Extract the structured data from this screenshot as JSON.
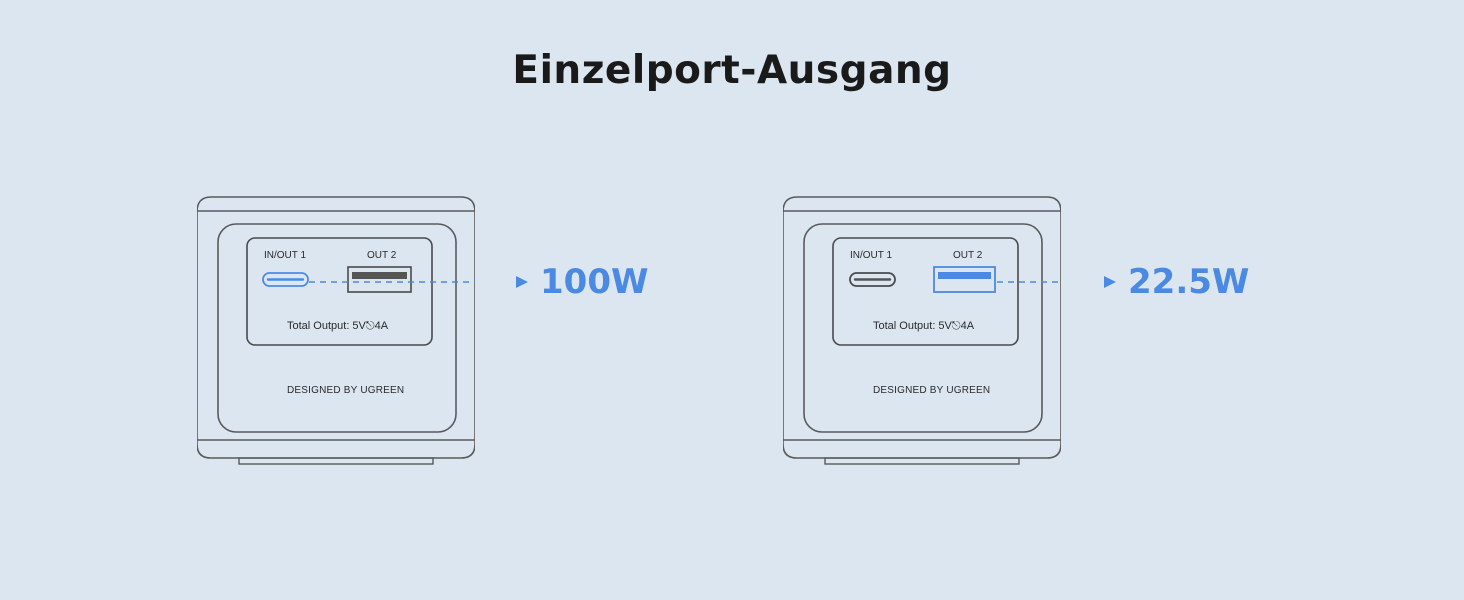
{
  "title": "Einzelport-Ausgang",
  "devices": [
    {
      "port1_label": "IN/OUT 1",
      "port2_label": "OUT 2",
      "total_output": "Total Output: 5V⎋4A",
      "brand": "DESIGNED BY UGREEN",
      "active_port": "IN/OUT 1",
      "output_power": "100W"
    },
    {
      "port1_label": "IN/OUT 1",
      "port2_label": "OUT 2",
      "total_output": "Total Output: 5V⎋4A",
      "brand": "DESIGNED BY UGREEN",
      "active_port": "OUT 2",
      "output_power": "22.5W"
    }
  ],
  "colors": {
    "background": "#dce6f1",
    "accent": "#4b8ae3",
    "outline": "#5a5a5a"
  }
}
